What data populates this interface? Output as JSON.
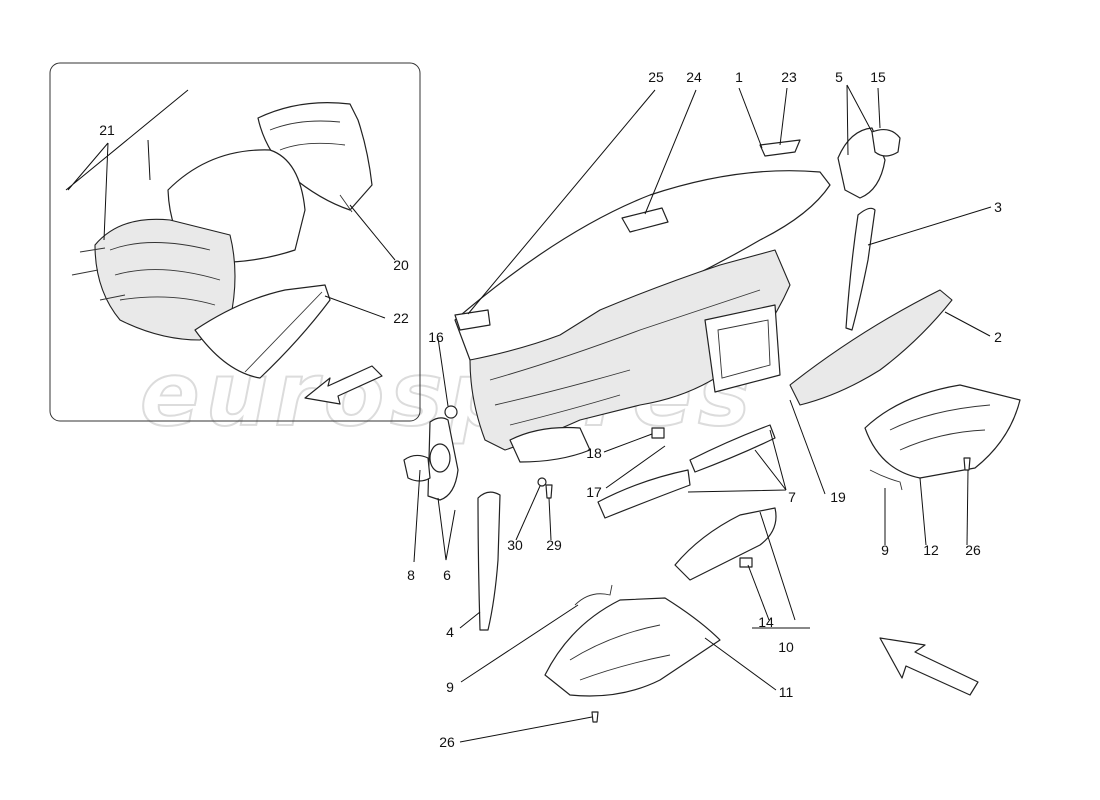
{
  "watermark": {
    "text": "eurospares"
  },
  "callouts": [
    {
      "id": "c1",
      "label": "1"
    },
    {
      "id": "c2",
      "label": "2"
    },
    {
      "id": "c3",
      "label": "3"
    },
    {
      "id": "c4",
      "label": "4"
    },
    {
      "id": "c5",
      "label": "5"
    },
    {
      "id": "c6",
      "label": "6"
    },
    {
      "id": "c7",
      "label": "7"
    },
    {
      "id": "c8",
      "label": "8"
    },
    {
      "id": "c9a",
      "label": "9"
    },
    {
      "id": "c9b",
      "label": "9"
    },
    {
      "id": "c10",
      "label": "10"
    },
    {
      "id": "c11",
      "label": "11"
    },
    {
      "id": "c12",
      "label": "12"
    },
    {
      "id": "c14",
      "label": "14"
    },
    {
      "id": "c15",
      "label": "15"
    },
    {
      "id": "c16",
      "label": "16"
    },
    {
      "id": "c17",
      "label": "17"
    },
    {
      "id": "c18",
      "label": "18"
    },
    {
      "id": "c19",
      "label": "19"
    },
    {
      "id": "c20",
      "label": "20"
    },
    {
      "id": "c21",
      "label": "21"
    },
    {
      "id": "c22",
      "label": "22"
    },
    {
      "id": "c23",
      "label": "23"
    },
    {
      "id": "c24",
      "label": "24"
    },
    {
      "id": "c25",
      "label": "25"
    },
    {
      "id": "c26a",
      "label": "26"
    },
    {
      "id": "c26b",
      "label": "26"
    },
    {
      "id": "c29",
      "label": "29"
    },
    {
      "id": "c30",
      "label": "30"
    }
  ]
}
